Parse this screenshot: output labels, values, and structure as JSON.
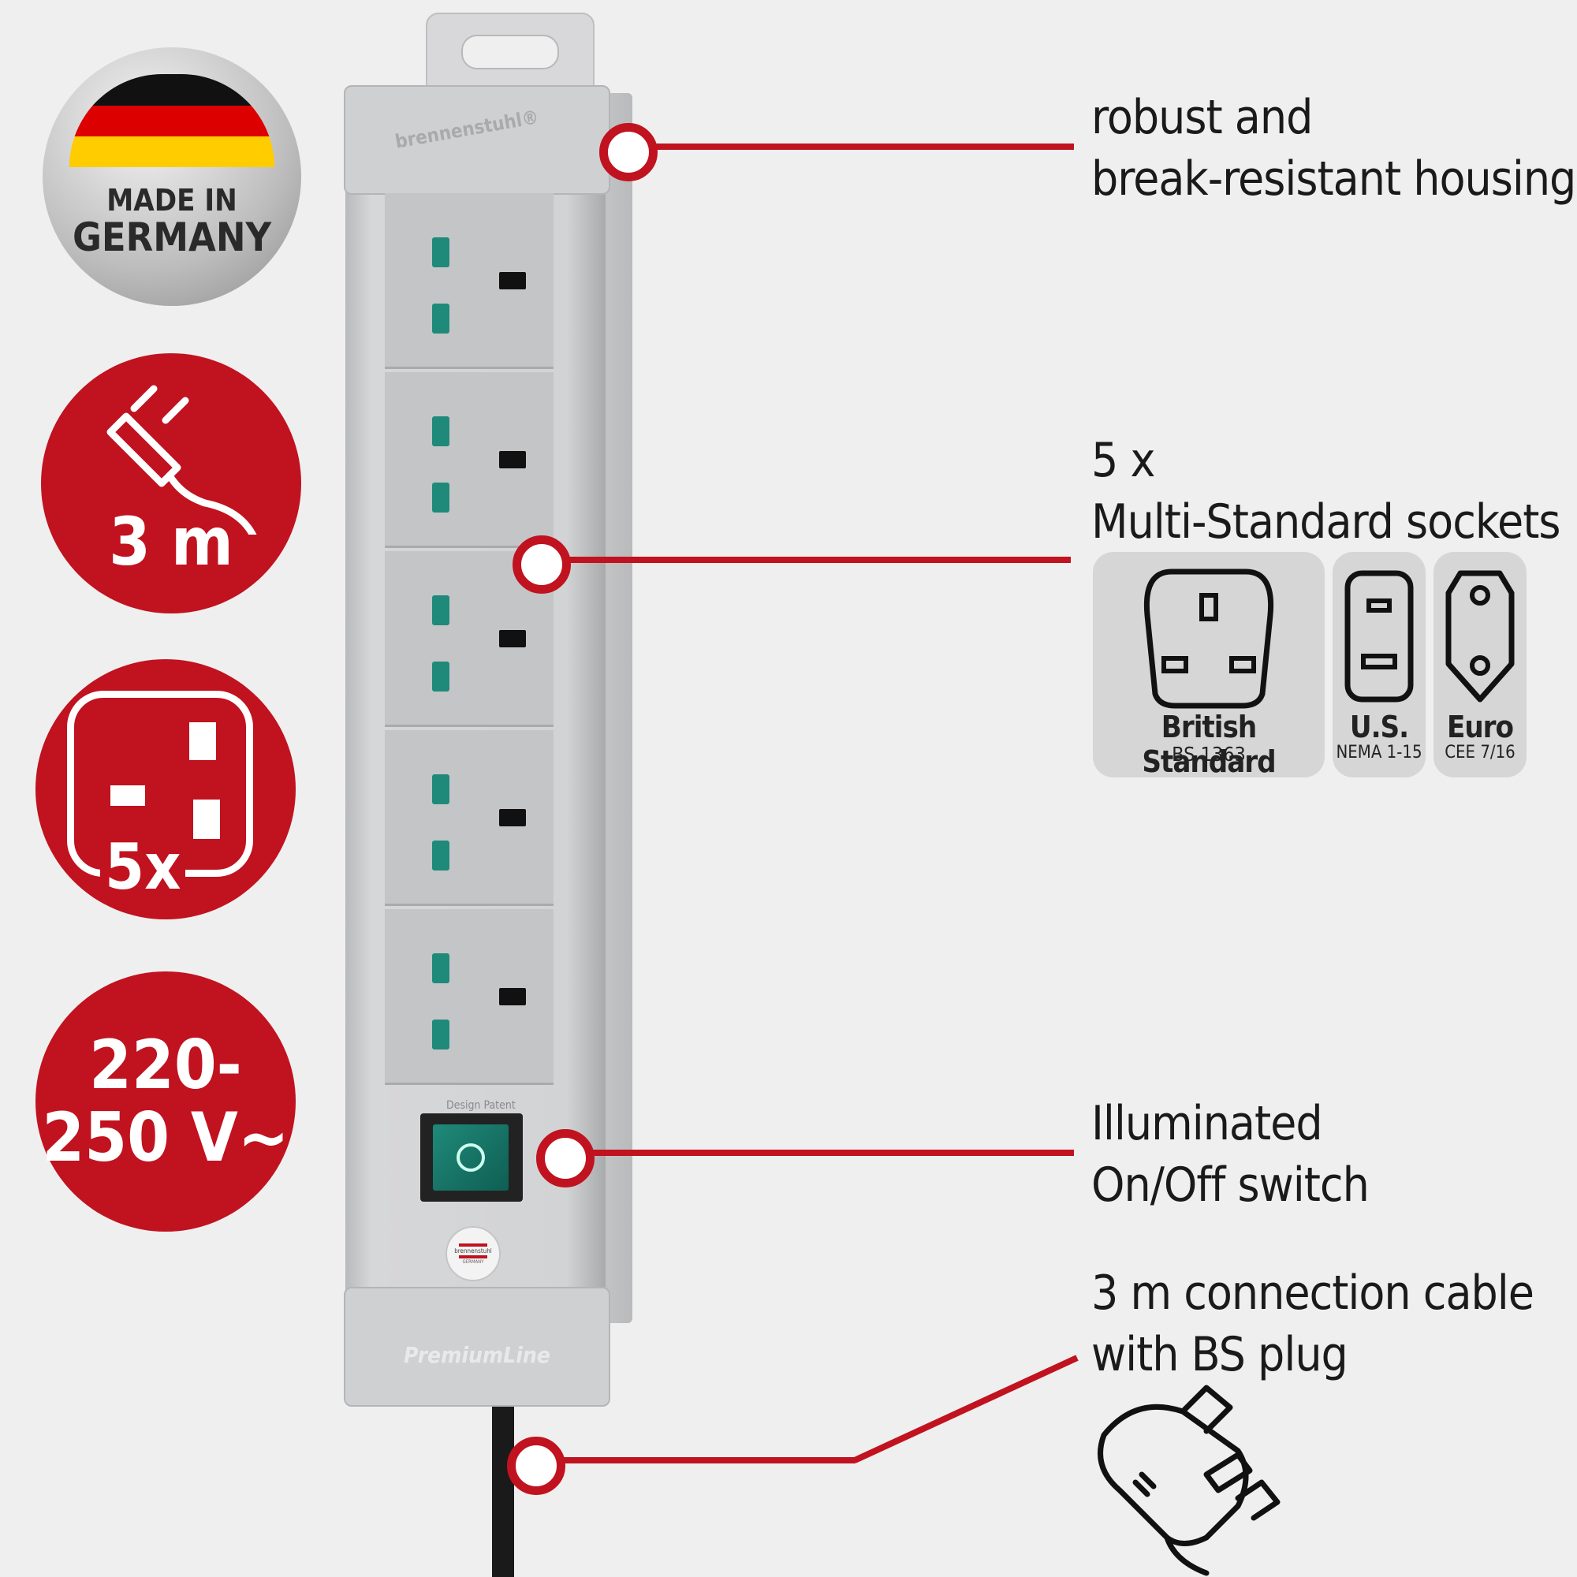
{
  "badges": {
    "made_in": {
      "line1": "MADE IN",
      "line2": "GERMANY"
    },
    "cable": {
      "text": "3 m"
    },
    "sockets": {
      "text": "5x"
    },
    "voltage": {
      "line1": "220-",
      "line2": "250 V~"
    }
  },
  "product": {
    "brand": "brennenstuhl®",
    "switch_label": "Design Patent",
    "logo_text": "brennenstuhl",
    "logo_sub": "GERMANY",
    "line_name": "PremiumLine"
  },
  "features": {
    "housing": {
      "line1": "robust and",
      "line2": "break-resistant housing"
    },
    "sockets": {
      "line1": "5 x",
      "line2": "Multi-Standard sockets"
    },
    "switch": {
      "line1": "Illuminated",
      "line2": "On/Off switch"
    },
    "cable": {
      "line1": "3 m connection cable",
      "line2": "with BS plug"
    }
  },
  "standards": [
    {
      "name": "British Standard",
      "code": "BS 1363"
    },
    {
      "name": "U.S.",
      "code": "NEMA 1-15"
    },
    {
      "name": "Euro",
      "code": "CEE 7/16"
    }
  ],
  "colors": {
    "accent": "#c1121f",
    "background": "#efefef",
    "pin": "#1f8a7a"
  }
}
